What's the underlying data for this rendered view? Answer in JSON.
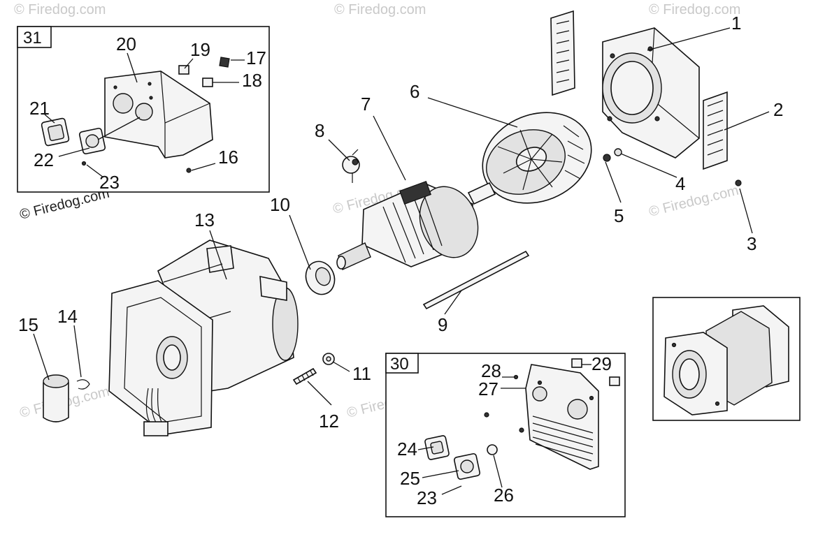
{
  "diagram": {
    "watermark_text": "© Firedog.com",
    "part_numbers": [
      "1",
      "2",
      "3",
      "4",
      "5",
      "6",
      "7",
      "8",
      "9",
      "10",
      "11",
      "12",
      "13",
      "14",
      "15",
      "16",
      "17",
      "18",
      "19",
      "20",
      "21",
      "22",
      "23",
      "24",
      "25",
      "26",
      "27",
      "28",
      "29"
    ],
    "inset_31": {
      "label": "31",
      "part_numbers": [
        "16",
        "17",
        "18",
        "19",
        "20",
        "21",
        "22",
        "23"
      ]
    },
    "inset_30": {
      "label": "30",
      "part_numbers": [
        "23",
        "24",
        "25",
        "26",
        "27",
        "28",
        "29"
      ]
    }
  }
}
